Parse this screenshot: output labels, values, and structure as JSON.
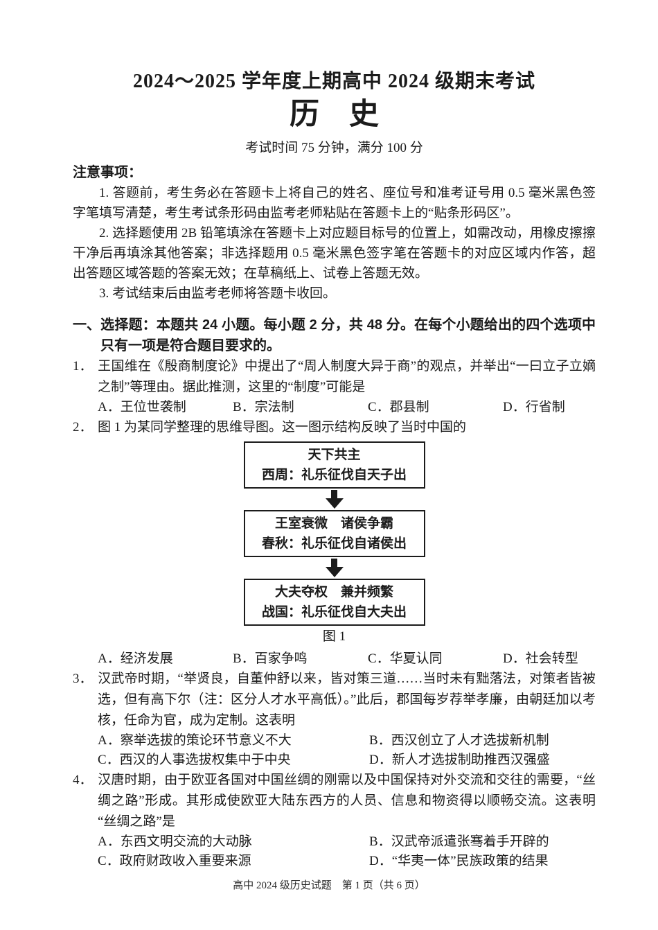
{
  "header": {
    "session": "2024～2025 学年度上期高中 2024 级期末考试",
    "subject": "历　史",
    "exam_info": "考试时间 75 分钟，满分 100 分"
  },
  "notice": {
    "heading": "注意事项：",
    "items": [
      "1. 答题前，考生务必在答题卡上将自己的姓名、座位号和准考证号用 0.5 毫米黑色签字笔填写清楚，考生考试条形码由监考老师粘贴在答题卡上的“贴条形码区”。",
      "2. 选择题使用 2B 铅笔填涂在答题卡上对应题目标号的位置上，如需改动，用橡皮擦擦干净后再填涂其他答案；非选择题用 0.5 毫米黑色签字笔在答题卡的对应区域内作答，超出答题区域答题的答案无效；在草稿纸上、试卷上答题无效。",
      "3. 考试结束后由监考老师将答题卡收回。"
    ]
  },
  "section": {
    "label": "一、",
    "heading": "选择题：本题共 24 小题。每小题 2 分，共 48 分。在每个小题给出的四个选项中只有一项是符合题目要求的。"
  },
  "questions": [
    {
      "number": "1．",
      "stem": "王国维在《殷商制度论》中提出了“周人制度大异于商”的观点，并举出“一曰立子立嫡之制”等理由。据此推测，这里的“制度”可能是",
      "options": [
        "A．王位世袭制",
        "B．宗法制",
        "C．郡县制",
        "D．行省制"
      ]
    },
    {
      "number": "2．",
      "stem": "图 1 为某同学整理的思维导图。这一图示结构反映了当时中国的",
      "options": [
        "A．经济发展",
        "B．百家争鸣",
        "C．华夏认同",
        "D．社会转型"
      ]
    },
    {
      "number": "3．",
      "stem": "汉武帝时期，“举贤良，自董仲舒以来，皆对策三道……当时未有黜落法，对策者皆被选，但有高下尔（注：区分人才水平高低）。”此后，郡国每岁荐举孝廉，由朝廷加以考核，任命为官，成为定制。这表明",
      "options": [
        "A．察举选拔的策论环节意义不大",
        "B．西汉创立了人才选拔新机制",
        "C．西汉的人事选拔权集中于中央",
        "D．新人才选拔制助推西汉强盛"
      ]
    },
    {
      "number": "4．",
      "stem": "汉唐时期，由于欧亚各国对中国丝绸的刚需以及中国保持对外交流和交往的需要，“丝绸之路”形成。其形成使欧亚大陆东西方的人员、信息和物资得以顺畅交流。这表明“丝绸之路”是",
      "options": [
        "A．东西文明交流的大动脉",
        "B．汉武帝派遣张骞着手开辟的",
        "C．政府财政收入重要来源",
        "D．“华夷一体”民族政策的结果"
      ]
    }
  ],
  "figure": {
    "caption": "图 1",
    "boxes": [
      {
        "line1": "天下共主",
        "line2": "西周：礼乐征伐自天子出"
      },
      {
        "line1": "王室衰微　诸侯争霸",
        "line2": "春秋：礼乐征伐自诸侯出"
      },
      {
        "line1": "大夫夺权　兼并频繁",
        "line2": "战国：礼乐征伐自大夫出"
      }
    ]
  },
  "footer": {
    "text": "高中 2024 级历史试题　第 1 页（共 6 页）"
  }
}
